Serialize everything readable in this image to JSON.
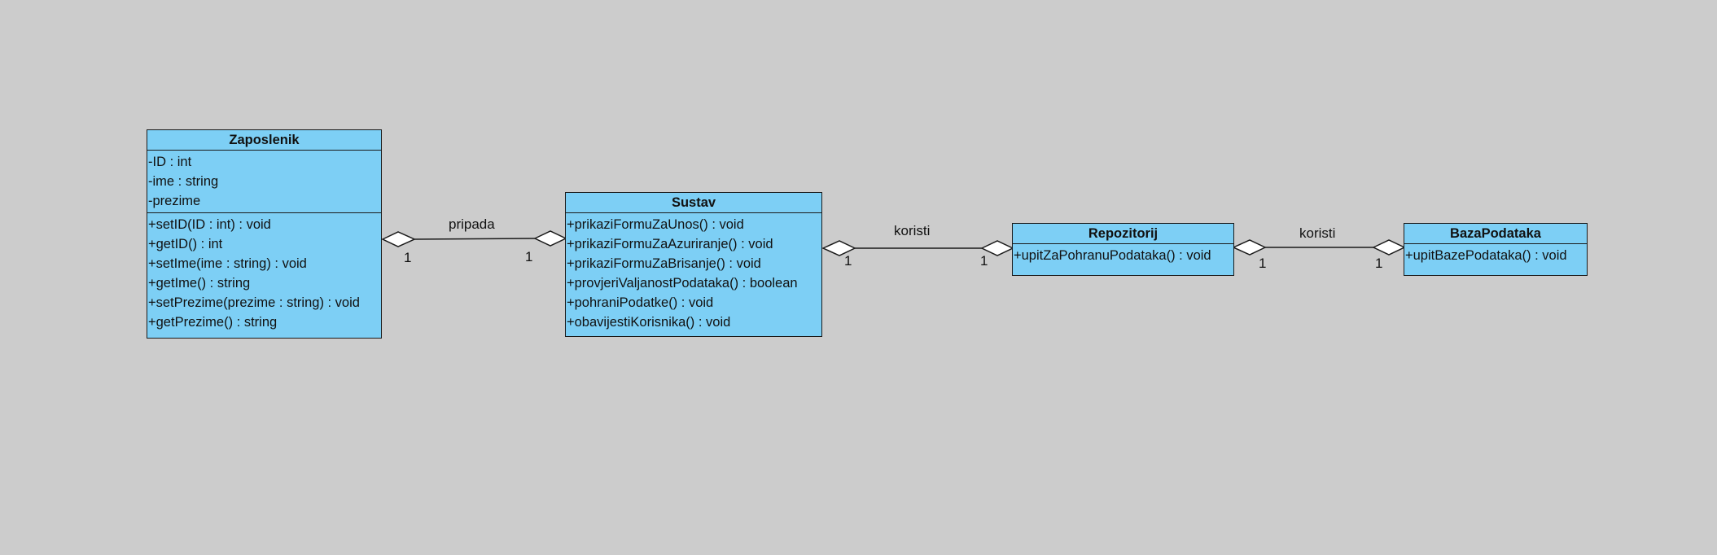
{
  "classes": {
    "zaposlenik": {
      "name": "Zaposlenik",
      "attributes": [
        "-ID : int",
        "-ime : string",
        "-prezime"
      ],
      "operations": [
        "+setID(ID : int) : void",
        "+getID() : int",
        "+setIme(ime : string) : void",
        "+getIme() : string",
        "+setPrezime(prezime : string) : void",
        "+getPrezime() : string"
      ]
    },
    "sustav": {
      "name": "Sustav",
      "operations": [
        "+prikaziFormuZaUnos() : void",
        "+prikaziFormuZaAzuriranje() : void",
        "+prikaziFormuZaBrisanje() : void",
        "+provjeriValjanostPodataka() : boolean",
        "+pohraniPodatke() : void",
        "+obavijestiKorisnika() : void"
      ]
    },
    "repozitorij": {
      "name": "Repozitorij",
      "operations": [
        "+upitZaPohranuPodataka() : void"
      ]
    },
    "bazaPodataka": {
      "name": "BazaPodataka",
      "operations": [
        "+upitBazePodataka() : void"
      ]
    }
  },
  "associations": [
    {
      "label": "pripada",
      "source_multiplicity": "1",
      "target_multiplicity": "1"
    },
    {
      "label": "koristi",
      "source_multiplicity": "1",
      "target_multiplicity": "1"
    },
    {
      "label": "koristi",
      "source_multiplicity": "1",
      "target_multiplicity": "1"
    }
  ],
  "colors": {
    "background": "#cccccc",
    "class_fill": "#7dcff5",
    "line": "#1a1a1a"
  }
}
